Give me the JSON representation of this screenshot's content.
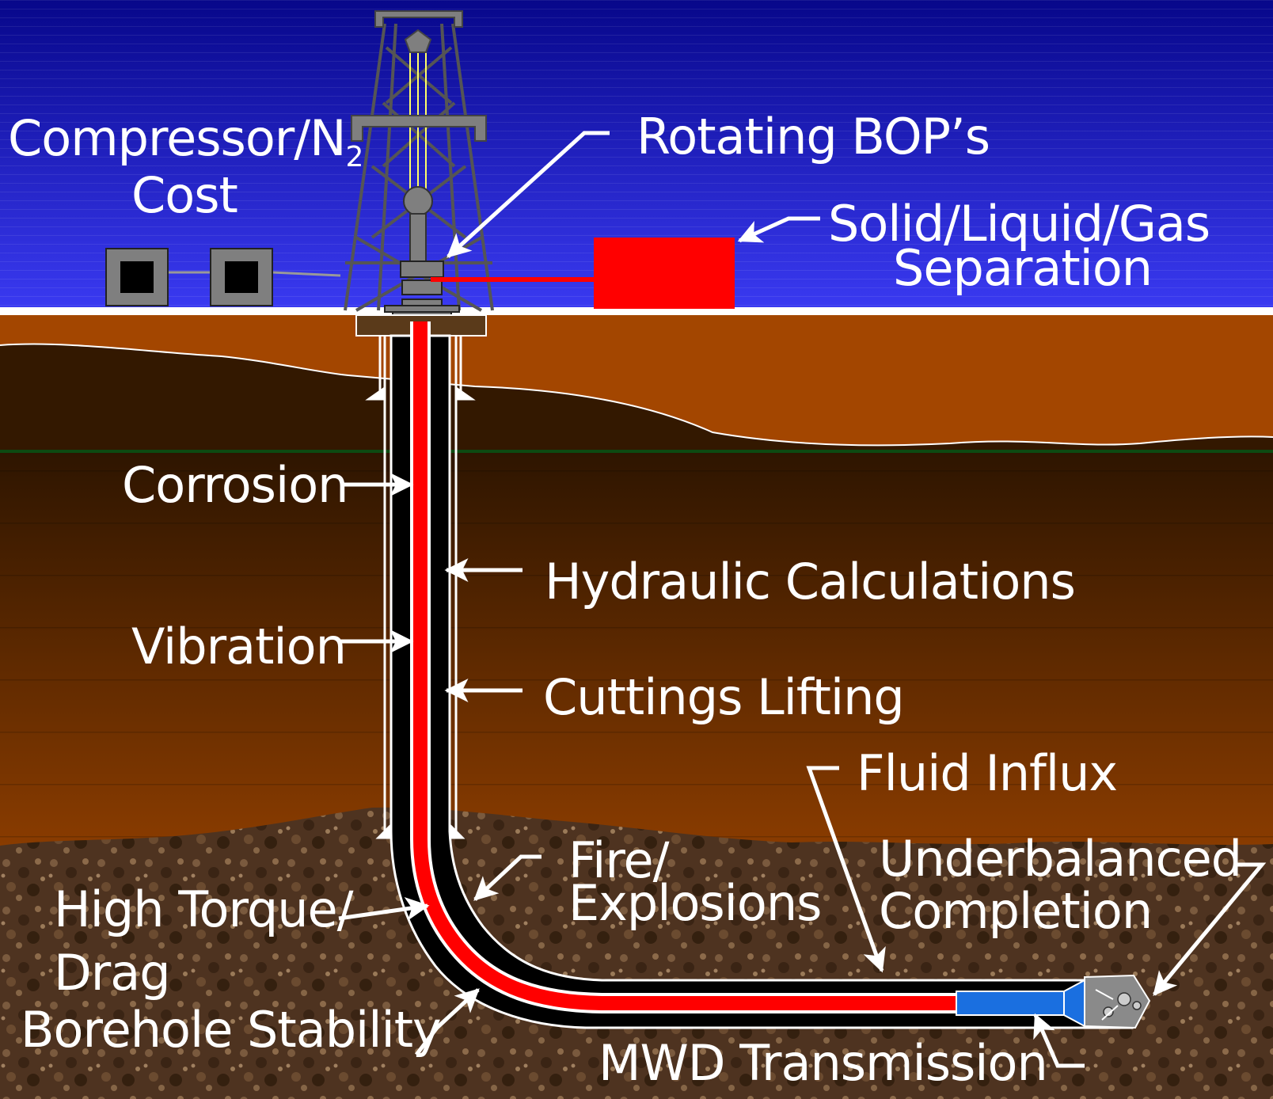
{
  "labels": {
    "compressor_line1": "Compressor/N",
    "compressor_sub": "2",
    "compressor_line2": "Cost",
    "rotating_bop": "Rotating BOP’s",
    "separation_line1": "Solid/Liquid/Gas",
    "separation_line2": "Separation",
    "corrosion": "Corrosion",
    "hydraulic": "Hydraulic Calculations",
    "vibration": "Vibration",
    "cuttings": "Cuttings Lifting",
    "fluid_influx": "Fluid Influx",
    "fire_line1": "Fire/",
    "fire_line2": "Explosions",
    "underbalanced_line1": "Underbalanced",
    "underbalanced_line2": "Completion",
    "torque_line1": "High Torque/",
    "torque_line2": "Drag",
    "borehole": "Borehole Stability",
    "mwd": "MWD Transmission"
  },
  "colors": {
    "sky_top": "#0a0a8c",
    "sky_bottom": "#3838f0",
    "soil_top": "#a34600",
    "soil_dark": "#331800",
    "rock": "#5a3a22",
    "drill_string": "#ff0000",
    "casing": "#000000",
    "mwd_tool": "#1a6fe0",
    "separator": "#ff0000",
    "equipment": "#7f7f7f",
    "label_text": "#ffffff"
  }
}
